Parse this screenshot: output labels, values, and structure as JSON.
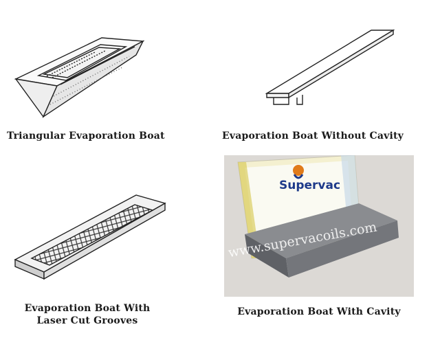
{
  "captions": {
    "triangular": "Triangular Evaporation Boat",
    "without_cavity": "Evaporation Boat Without Cavity",
    "laser_line1": "Evaporation Boat With",
    "laser_line2": "Laser Cut Grooves",
    "with_cavity": "Evaporation Boat With Cavity"
  },
  "photo": {
    "brand": "Supervac",
    "watermark": "www.supervacoils.com"
  }
}
